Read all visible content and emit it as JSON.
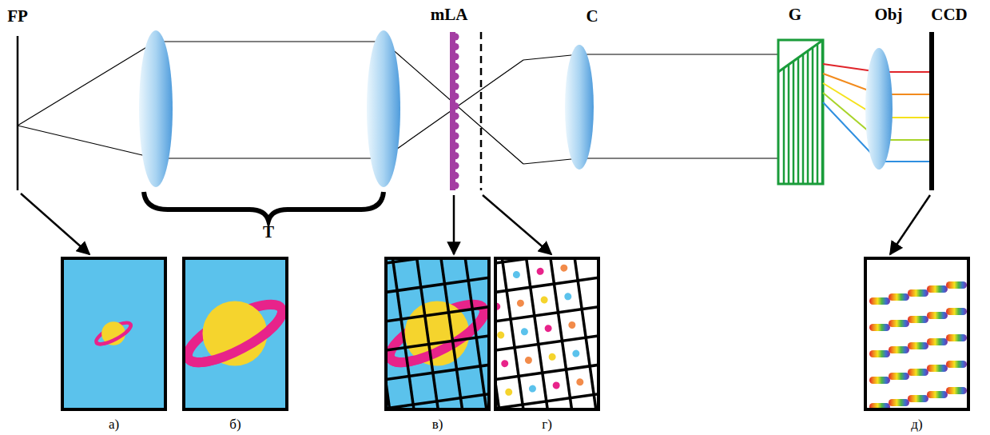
{
  "diagram": {
    "nodes": [
      {
        "text": [
          "а)"
        ]
      },
      {
        "text": [
          "б)"
        ]
      },
      {
        "text": [
          "в)"
        ]
      },
      {
        "text": [
          "г)"
        ]
      },
      {
        "text": [
          "д)"
        ]
      }
    ],
    "labels": [
      "FP",
      "T",
      "mLA",
      "C",
      "G",
      "Obj",
      "CCD"
    ]
  }
}
